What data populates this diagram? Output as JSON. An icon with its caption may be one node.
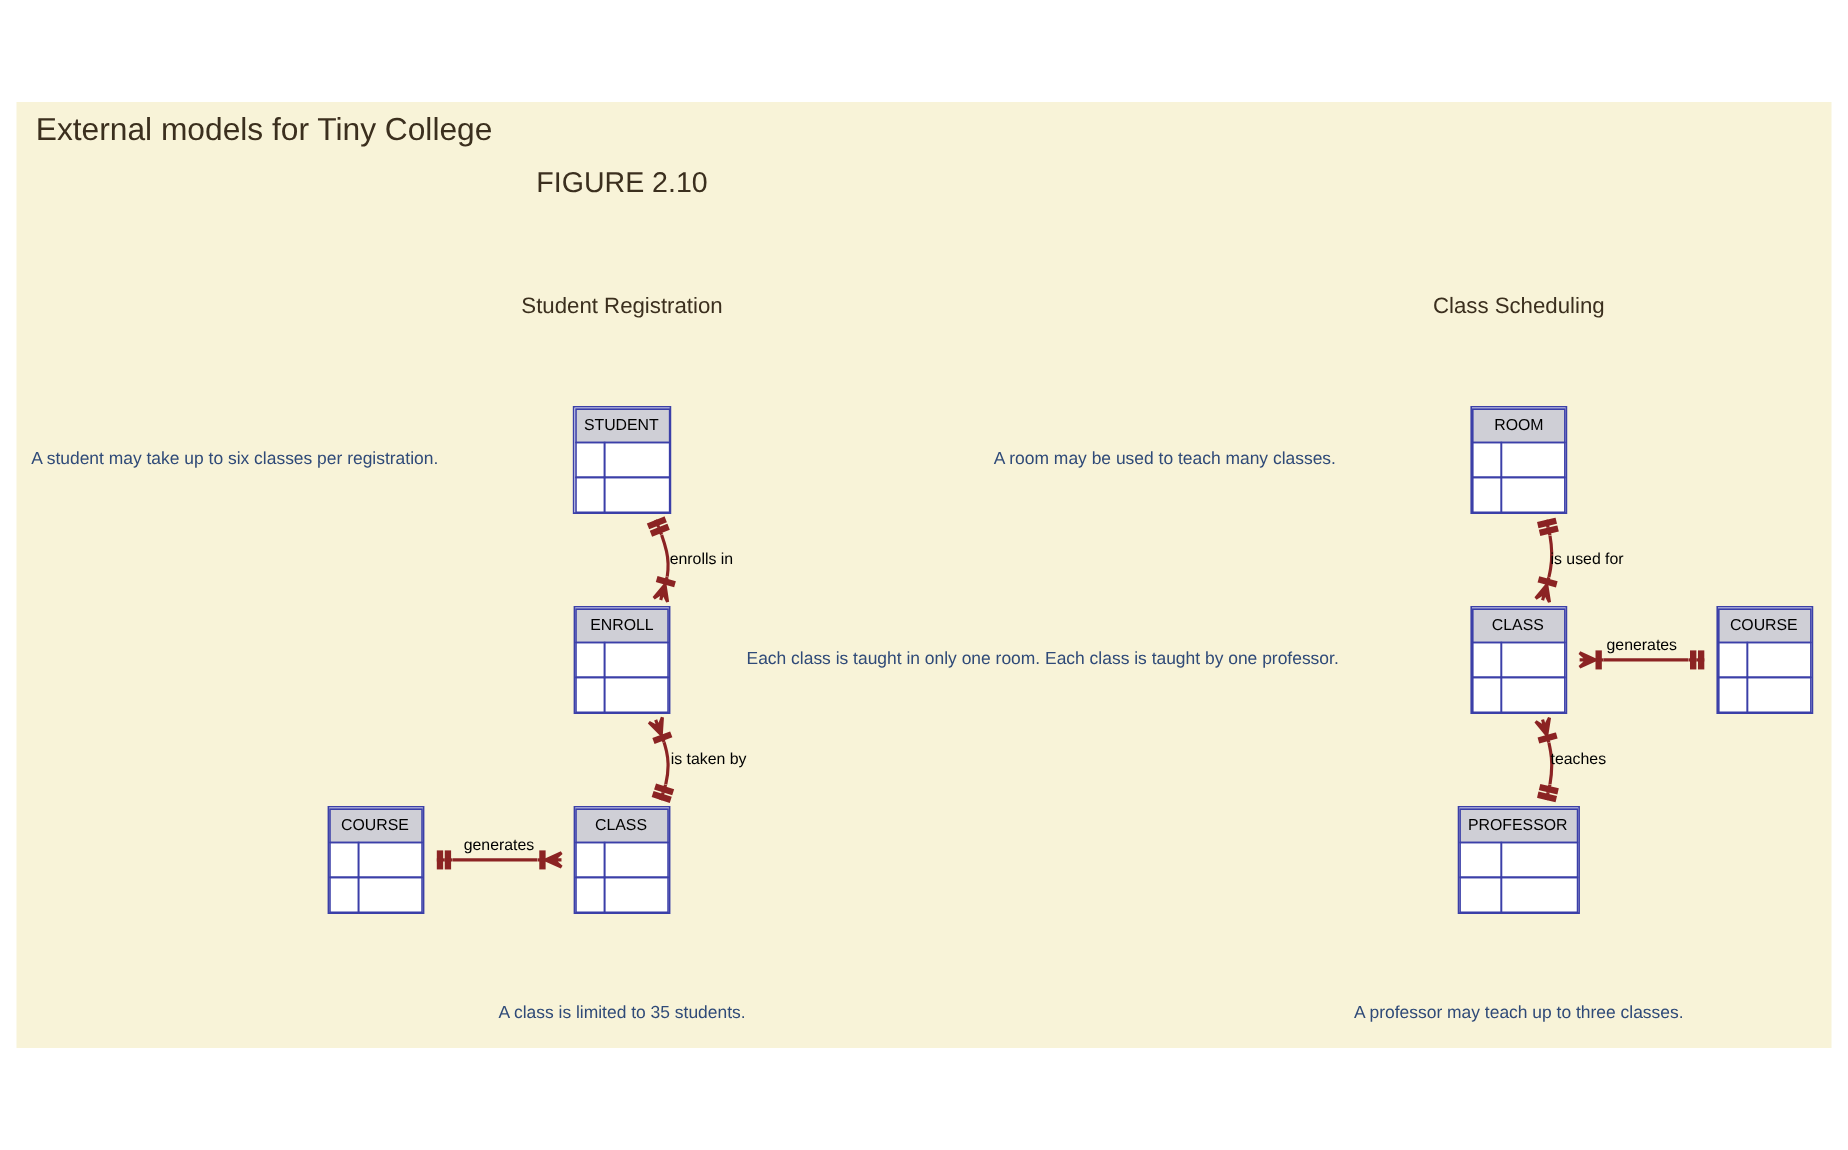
{
  "diagram": {
    "title": "External models for Tiny College",
    "nodes": [
      {
        "text": [
          "STUDENT"
        ]
      },
      {
        "text": [
          "ENROLL"
        ]
      },
      {
        "text": [
          "CLASS"
        ]
      },
      {
        "text": [
          "COURSE"
        ]
      },
      {
        "text": [
          "ROOM"
        ]
      },
      {
        "text": [
          "CLASS"
        ]
      },
      {
        "text": [
          "COURSE"
        ]
      },
      {
        "text": [
          "PROFESSOR"
        ]
      }
    ],
    "edges": [
      {
        "from": 0,
        "to": 1,
        "arrow": "other",
        "label": "enrolls in"
      },
      {
        "from": 2,
        "to": 1,
        "arrow": "other",
        "label": "is taken by"
      },
      {
        "from": 3,
        "to": 2,
        "arrow": "other",
        "label": "generates"
      },
      {
        "from": 4,
        "to": 5,
        "arrow": "other",
        "label": "is used for"
      },
      {
        "from": 6,
        "to": 5,
        "arrow": "other",
        "label": "generates"
      },
      {
        "from": 7,
        "to": 5,
        "arrow": "other",
        "label": "teaches"
      }
    ],
    "labels": [
      "FIGURE 2.10",
      "Student Registration",
      "Class Scheduling",
      "A student may take up to six classes per registration.",
      "A room may be used to teach many classes.",
      "Each class is taught in only one room. Each class is taught by one professor.",
      "A class is limited to 35 students.",
      "A professor may teach up to three classes."
    ]
  }
}
